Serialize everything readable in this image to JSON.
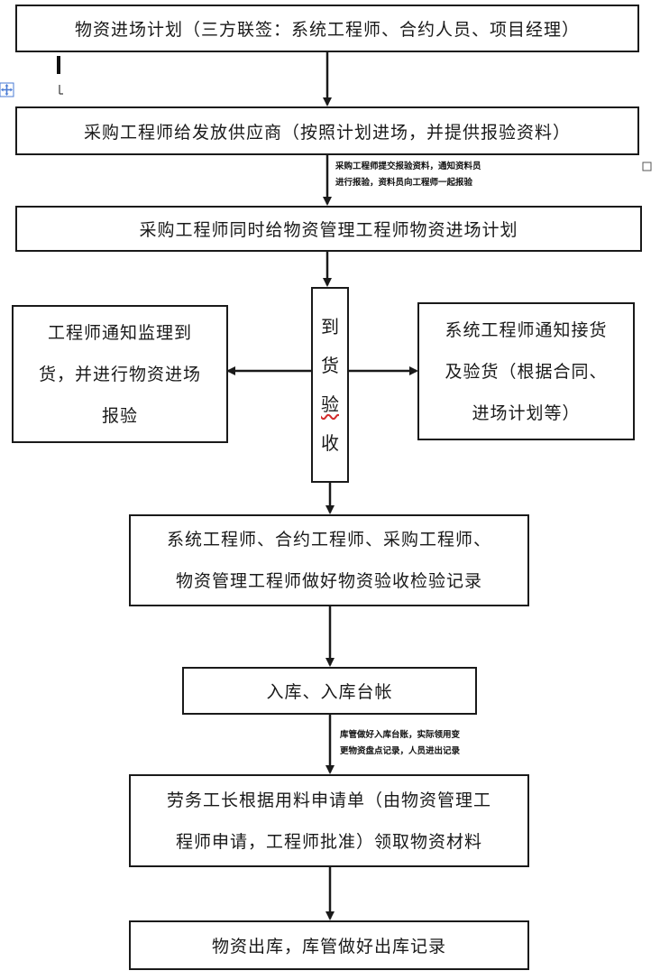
{
  "steps": {
    "s1": "物资进场计划（三方联签：系统工程师、合约人员、项目经理）",
    "s2": "采购工程师给发放供应商（按照计划进场，并提供报验资料）",
    "s3": "采购工程师同时给物资管理工程师物资进场计划",
    "center_chars": [
      "到",
      "货",
      "验",
      "收"
    ],
    "left_lines": [
      "工程师通知监理到",
      "货，并进行物资进场",
      "报验"
    ],
    "right_lines": [
      "系统工程师通知接货",
      "及验货（根据合同、",
      "进场计划等）"
    ],
    "s5_lines": [
      "系统工程师、合约工程师、采购工程师、",
      "物资管理工程师做好物资验收检验记录"
    ],
    "s6": "入库、入库台帐",
    "s7_lines": [
      "劳务工长根据用料申请单（由物资管理工",
      "程师申请，工程师批准）领取物资材料"
    ],
    "s8": "物资出库，库管做好出库记录"
  },
  "notes": {
    "note1_lines": [
      "采购工程师提交报验资料，通知资料员",
      "进行报验，资料员向工程师一起报验"
    ],
    "note2_lines": [
      "库管做好入库台账，实际领用变",
      "更物资盘点记录，人员进出记录"
    ]
  },
  "colors": {
    "line": "#1a1a1a",
    "accent_red": "#d32b2b"
  }
}
